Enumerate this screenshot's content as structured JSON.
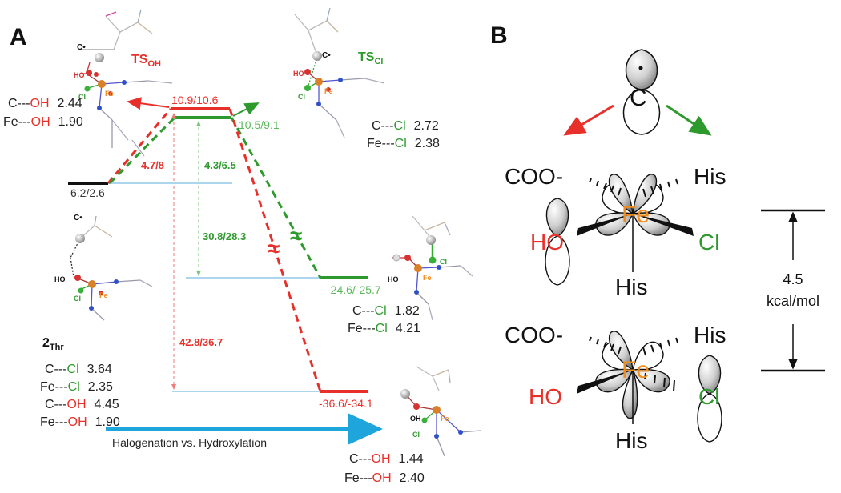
{
  "panels": {
    "a": "A",
    "b": "B"
  },
  "colors": {
    "red": "#e8302a",
    "green": "#2e9a2e",
    "orange": "#f08c1e",
    "blue": "#1ea5dc",
    "lightblue": "#8fc8e8"
  },
  "energy_labels": {
    "start": "6.2/2.6",
    "ts_oh": "10.9/10.6",
    "ts_cl": "10.5/9.1",
    "prod_cl": "-24.6/-25.7",
    "prod_oh": "-36.6/-34.1",
    "barrier_oh": "4.7/8",
    "barrier_cl": "4.3/6.5",
    "drop_cl": "30.8/28.3",
    "drop_oh": "42.8/36.7"
  },
  "structures": {
    "ts_oh": {
      "title_main": "TS",
      "title_sub": "OH"
    },
    "ts_cl": {
      "title_main": "TS",
      "title_sub": "Cl"
    },
    "thr": {
      "title_main": "2",
      "title_sub": "Thr"
    },
    "atoms": {
      "c_radical": "C•",
      "ho": "HO",
      "cl": "Cl",
      "fe": "Fe",
      "oh": "OH"
    }
  },
  "distances": {
    "ts_oh": [
      {
        "a": "C---",
        "b": "OH",
        "val": "2.44"
      },
      {
        "a": "Fe---",
        "b": "OH",
        "val": "1.90"
      }
    ],
    "ts_cl": [
      {
        "a": "C---",
        "b": "Cl",
        "val": "2.72"
      },
      {
        "a": "Fe---",
        "b": "Cl",
        "val": "2.38"
      }
    ],
    "thr": [
      {
        "a": "C---",
        "b": "Cl",
        "val": "3.64"
      },
      {
        "a": "Fe---",
        "b": "Cl",
        "val": "2.35"
      },
      {
        "a": "C---",
        "b": "OH",
        "val": "4.45"
      },
      {
        "a": "Fe---",
        "b": "OH",
        "val": "1.90"
      }
    ],
    "prod_cl": [
      {
        "a": "C---",
        "b": "Cl",
        "val": "1.82"
      },
      {
        "a": "Fe---",
        "b": "Cl",
        "val": "4.21"
      }
    ],
    "prod_oh": [
      {
        "a": "C---",
        "b": "OH",
        "val": "1.44"
      },
      {
        "a": "Fe---",
        "b": "OH",
        "val": "2.40"
      }
    ]
  },
  "arrow_caption": "Halogenation vs. Hydroxylation",
  "panel_b": {
    "carbon": "C",
    "fe": "Fe",
    "coo": "COO-",
    "his": "His",
    "ho": "HO",
    "cl": "Cl",
    "gap_value": "4.5",
    "gap_unit": "kcal/mol"
  }
}
